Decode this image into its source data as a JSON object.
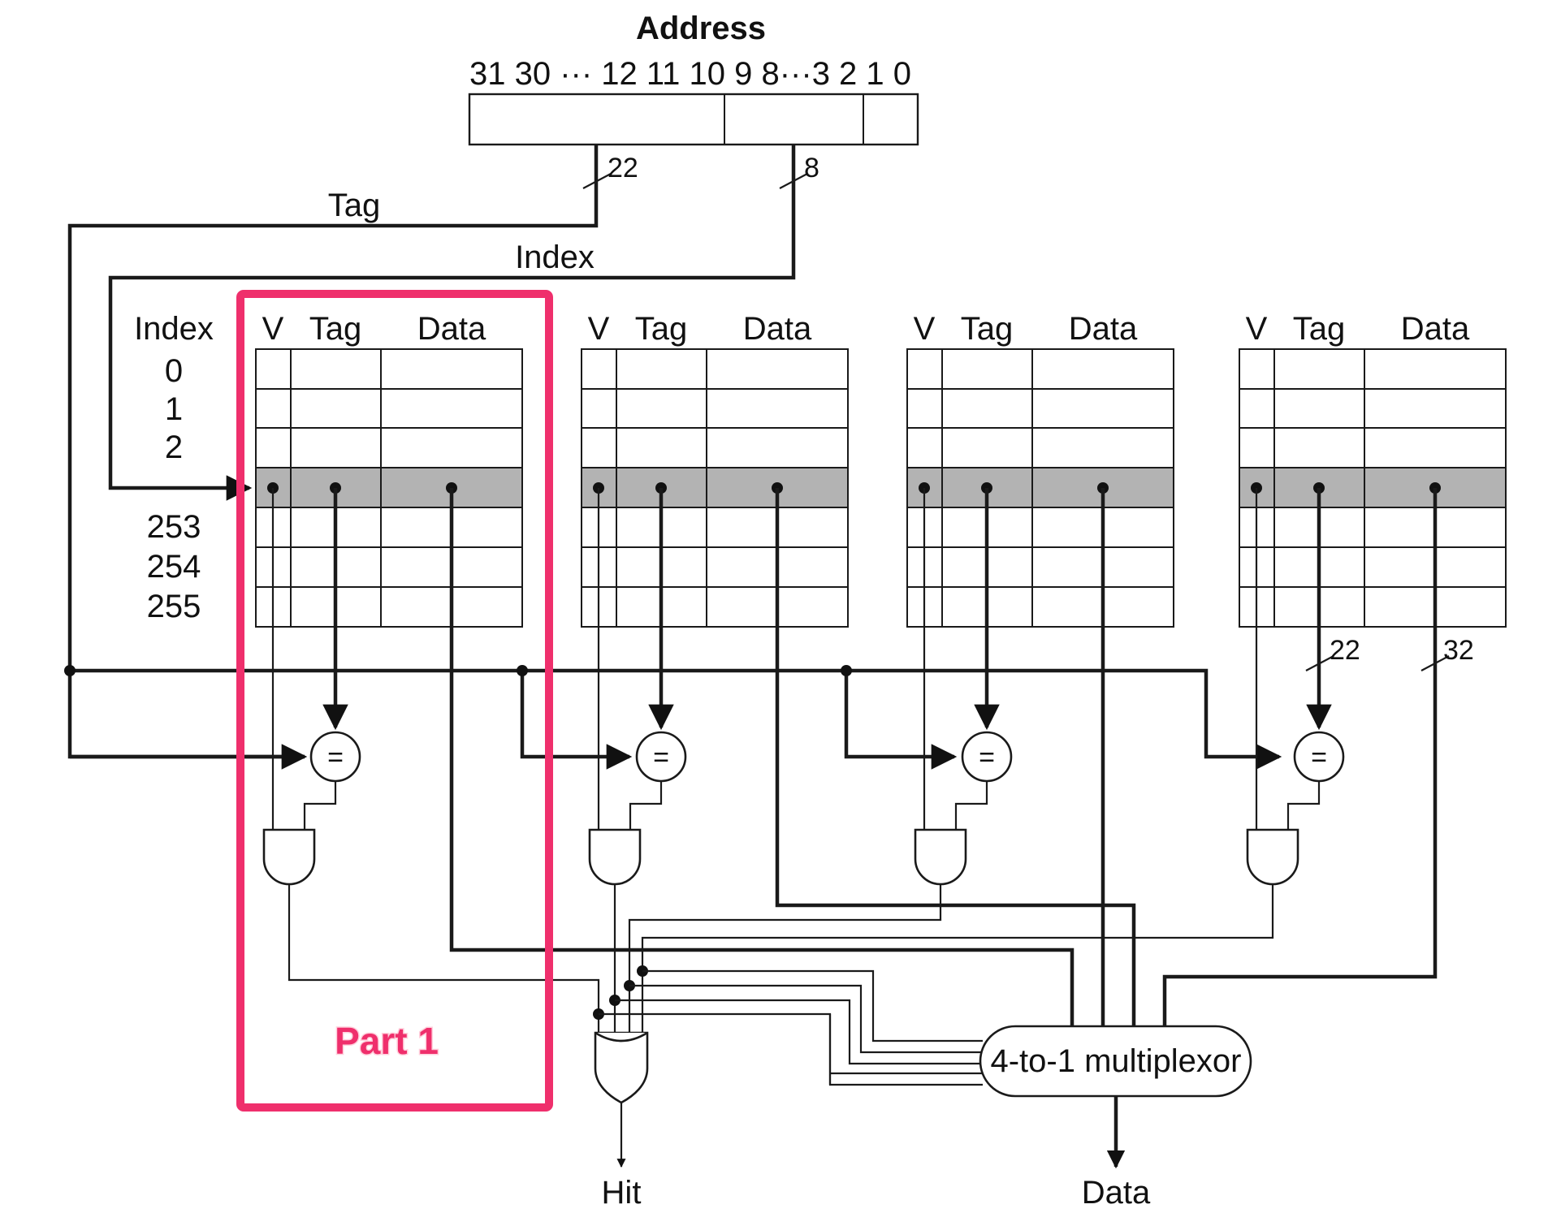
{
  "address": {
    "title": "Address",
    "bit_labels": "31 30 ··· 12 11 10 9 8···3 2 1 0",
    "tag_width": "22",
    "index_width": "8"
  },
  "wires": {
    "tag_label": "Tag",
    "index_label": "Index"
  },
  "index_column": {
    "header": "Index",
    "rows": [
      "0",
      "1",
      "2",
      "253",
      "254",
      "255"
    ]
  },
  "ways": [
    {
      "v": "V",
      "tag": "Tag",
      "data": "Data"
    },
    {
      "v": "V",
      "tag": "Tag",
      "data": "Data"
    },
    {
      "v": "V",
      "tag": "Tag",
      "data": "Data"
    },
    {
      "v": "V",
      "tag": "Tag",
      "data": "Data"
    }
  ],
  "bus_widths": {
    "tag": "22",
    "data": "32"
  },
  "comparator_symbol": "=",
  "mux_label": "4-to-1 multiplexor",
  "outputs": {
    "hit": "Hit",
    "data": "Data"
  },
  "annotation": {
    "text": "Part 1",
    "color": "#ef2f6c"
  }
}
